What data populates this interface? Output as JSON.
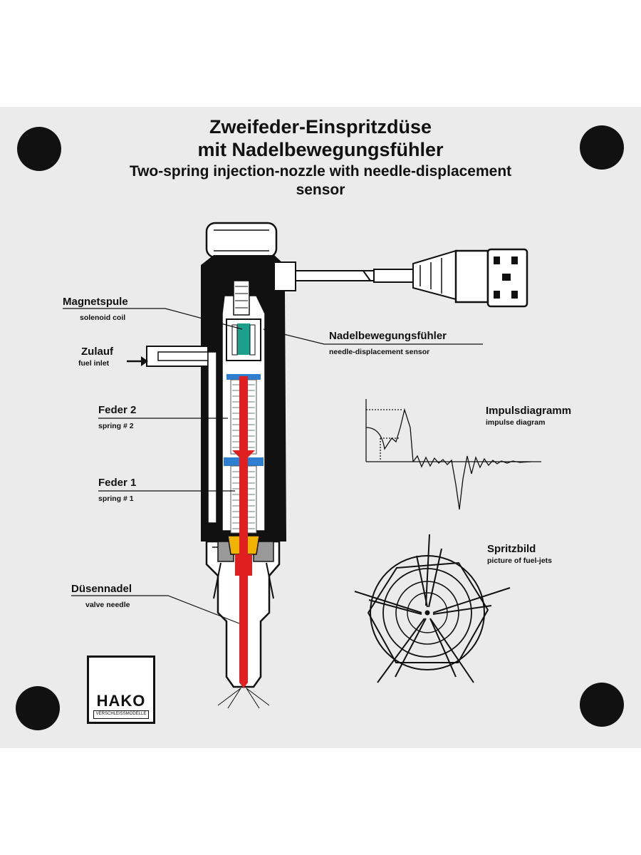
{
  "title": {
    "de_line1": "Zweifeder-Einspritzdüse",
    "de_line2": "mit Nadelbewegungsfühler",
    "en_line1": "Two-spring injection-nozzle with needle-displacement",
    "en_line2": "sensor"
  },
  "labels": {
    "magnetspule": {
      "de": "Magnetspule",
      "en": "solenoid coil"
    },
    "zulauf": {
      "de": "Zulauf",
      "en": "fuel inlet"
    },
    "feder2": {
      "de": "Feder 2",
      "en": "spring # 2"
    },
    "feder1": {
      "de": "Feder 1",
      "en": "spring # 1"
    },
    "duesennadel": {
      "de": "Düsennadel",
      "en": "valve needle"
    },
    "sensor": {
      "de": "Nadelbewegungsfühler",
      "en": "needle-displacement sensor"
    },
    "impuls": {
      "de": "Impulsdiagramm",
      "en": "impulse diagram"
    },
    "spritzbild": {
      "de": "Spritzbild",
      "en": "picture of fuel-jets"
    }
  },
  "logo": {
    "name": "HAKO",
    "sub": "VERSCHLEISSMODELLE"
  },
  "colors": {
    "needle": "#e02020",
    "sensor": "#1aa08c",
    "spring_plate": "#2f7fd0",
    "seat": "#f0b400",
    "body": "#111111"
  }
}
